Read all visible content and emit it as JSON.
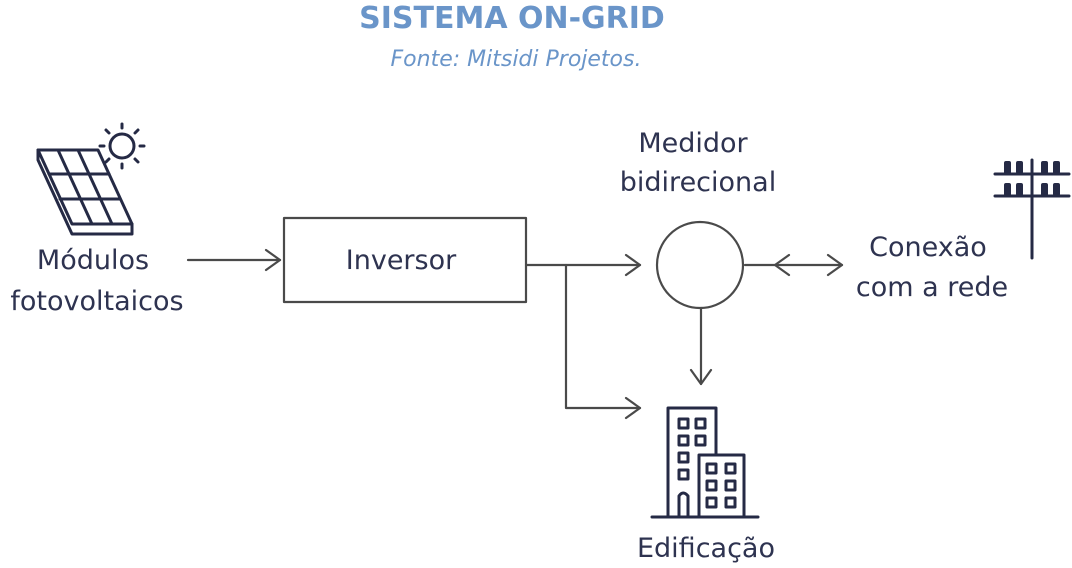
{
  "header": {
    "title": "SISTEMA ON-GRID",
    "subtitle": "Fonte: Mitsidi Projetos."
  },
  "nodes": {
    "modules": {
      "line1": "Módulos",
      "line2": "fotovoltaicos",
      "icon": "solar-panel-icon",
      "sun_icon": "sun-icon"
    },
    "inverter": {
      "label": "Inversor"
    },
    "meter": {
      "line1": "Medidor",
      "line2": "bidirecional"
    },
    "grid": {
      "line1": "Conexão",
      "line2": "com a rede",
      "icon": "utility-pole-icon"
    },
    "building": {
      "label": "Edificação",
      "icon": "building-icon"
    }
  },
  "edges": [
    {
      "from": "modules",
      "to": "inverter",
      "direction": "forward"
    },
    {
      "from": "inverter",
      "to": "meter",
      "direction": "forward"
    },
    {
      "from": "inverter",
      "to": "building",
      "direction": "forward"
    },
    {
      "from": "meter",
      "to": "building",
      "direction": "forward"
    },
    {
      "from": "meter",
      "to": "grid",
      "direction": "bidirectional"
    }
  ],
  "colors": {
    "title": "#6a95c9",
    "text": "#2e3350",
    "lines": "#4a4a4a",
    "icons": "#252a45"
  }
}
